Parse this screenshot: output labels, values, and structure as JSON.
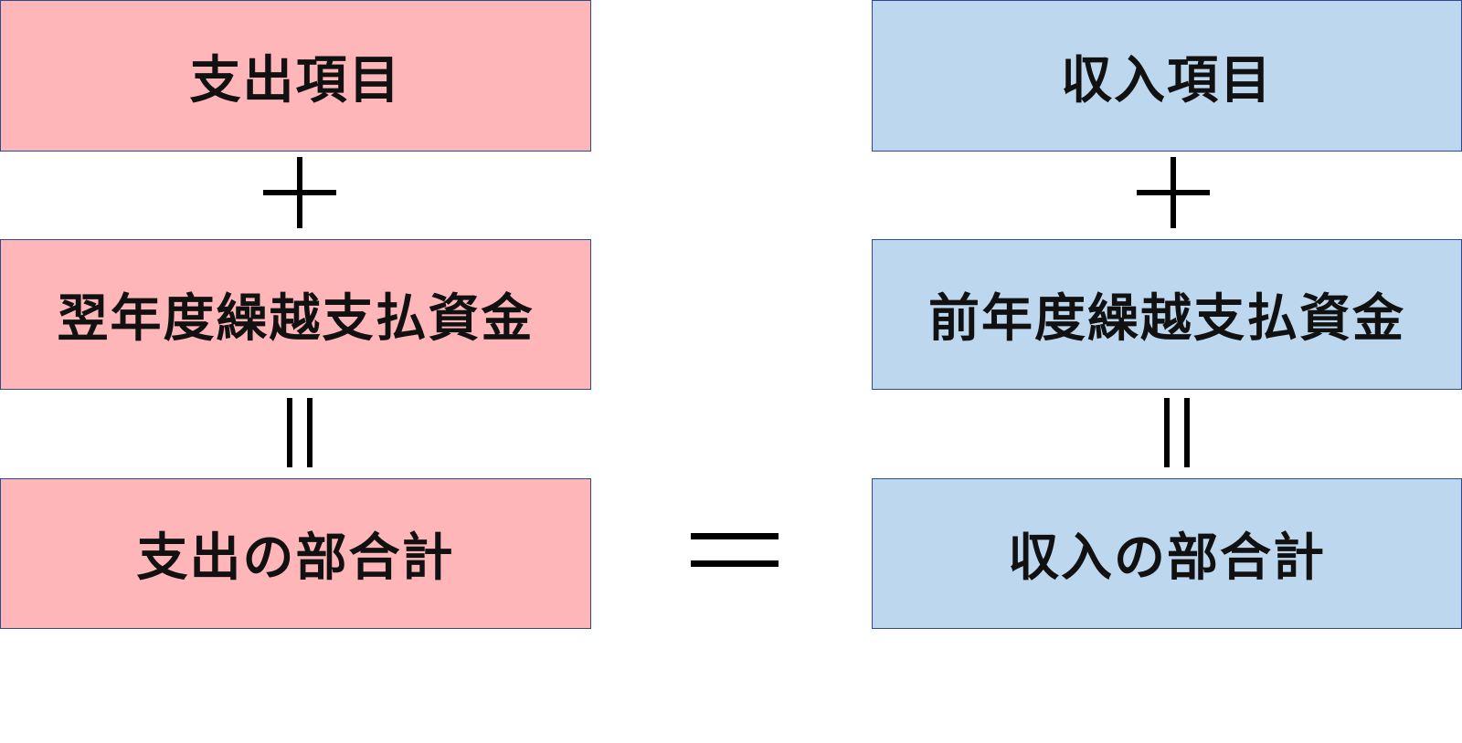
{
  "left": {
    "top_label": "支出項目",
    "middle_label": "翌年度繰越支払資金",
    "bottom_label": "支出の部合計"
  },
  "right": {
    "top_label": "収入項目",
    "middle_label": "前年度繰越支払資金",
    "bottom_label": "収入の部合計"
  },
  "colors": {
    "expense_fill": "#ffb6b9",
    "income_fill": "#bdd7ee",
    "border": "#2f4a8a",
    "operator": "#000000"
  },
  "operators": {
    "left_plus": "plus-icon",
    "right_plus": "plus-icon",
    "left_equals": "vertical-equals-icon",
    "right_equals": "vertical-equals-icon",
    "center_equals": "equals-icon"
  }
}
